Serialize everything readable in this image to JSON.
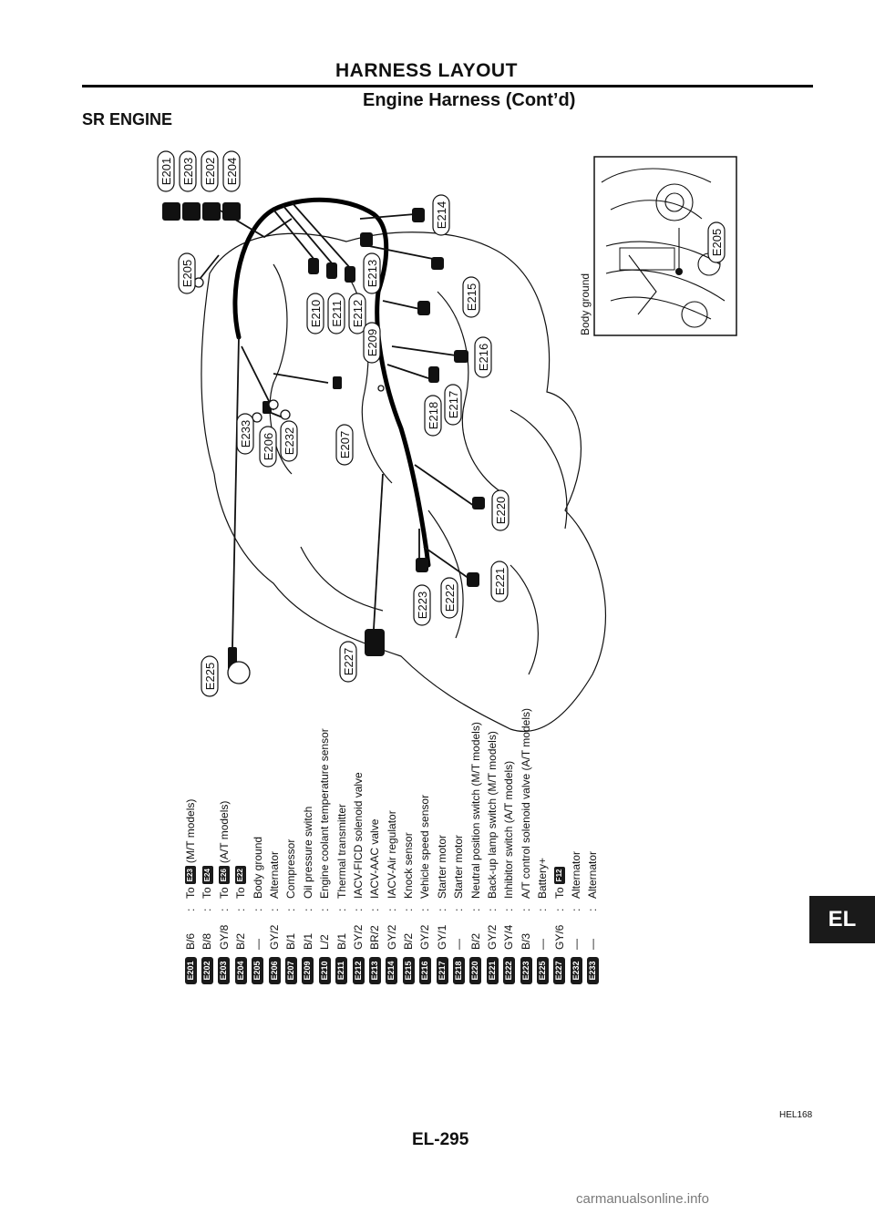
{
  "header": {
    "title": "HARNESS LAYOUT",
    "subtitle": "Engine Harness (Cont’d)",
    "section": "SR ENGINE"
  },
  "diagram": {
    "connector_labels": [
      "E201",
      "E203",
      "E202",
      "E204",
      "E205",
      "E214",
      "E213",
      "E210",
      "E211",
      "E212",
      "E215",
      "E209",
      "E216",
      "E218",
      "E217",
      "E233",
      "E206",
      "E232",
      "E207",
      "E220",
      "E222",
      "E223",
      "E221",
      "E227",
      "E225"
    ],
    "inset": {
      "connector": "E205",
      "caption": "Body ground"
    }
  },
  "legend": [
    {
      "id": "E201",
      "code": "B/6",
      "desc_pre": "To",
      "chip": "E23",
      "desc": "(M/T models)"
    },
    {
      "id": "E202",
      "code": "B/8",
      "desc_pre": "To",
      "chip": "E24",
      "desc": ""
    },
    {
      "id": "E203",
      "code": "GY/8",
      "desc_pre": "To",
      "chip": "E26",
      "desc": "(A/T models)"
    },
    {
      "id": "E204",
      "code": "B/2",
      "desc_pre": "To",
      "chip": "E22",
      "desc": ""
    },
    {
      "id": "E205",
      "code": "—",
      "desc_pre": "",
      "chip": "",
      "desc": "Body ground"
    },
    {
      "id": "E206",
      "code": "GY/2",
      "desc_pre": "",
      "chip": "",
      "desc": "Alternator"
    },
    {
      "id": "E207",
      "code": "B/1",
      "desc_pre": "",
      "chip": "",
      "desc": "Compressor"
    },
    {
      "id": "E209",
      "code": "B/1",
      "desc_pre": "",
      "chip": "",
      "desc": "Oil pressure switch"
    },
    {
      "id": "E210",
      "code": "L/2",
      "desc_pre": "",
      "chip": "",
      "desc": "Engine coolant temperature sensor"
    },
    {
      "id": "E211",
      "code": "B/1",
      "desc_pre": "",
      "chip": "",
      "desc": "Thermal transmitter"
    },
    {
      "id": "E212",
      "code": "GY/2",
      "desc_pre": "",
      "chip": "",
      "desc": "IACV-FICD solenoid valve"
    },
    {
      "id": "E213",
      "code": "BR/2",
      "desc_pre": "",
      "chip": "",
      "desc": "IACV-AAC valve"
    },
    {
      "id": "E214",
      "code": "GY/2",
      "desc_pre": "",
      "chip": "",
      "desc": "IACV-Air regulator"
    },
    {
      "id": "E215",
      "code": "B/2",
      "desc_pre": "",
      "chip": "",
      "desc": "Knock sensor"
    },
    {
      "id": "E216",
      "code": "GY/2",
      "desc_pre": "",
      "chip": "",
      "desc": "Vehicle speed sensor"
    },
    {
      "id": "E217",
      "code": "GY/1",
      "desc_pre": "",
      "chip": "",
      "desc": "Starter motor"
    },
    {
      "id": "E218",
      "code": "—",
      "desc_pre": "",
      "chip": "",
      "desc": "Starter motor"
    },
    {
      "id": "E220",
      "code": "B/2",
      "desc_pre": "",
      "chip": "",
      "desc": "Neutral position switch (M/T models)"
    },
    {
      "id": "E221",
      "code": "GY/2",
      "desc_pre": "",
      "chip": "",
      "desc": "Back-up lamp switch (M/T models)"
    },
    {
      "id": "E222",
      "code": "GY/4",
      "desc_pre": "",
      "chip": "",
      "desc": "Inhibitor switch (A/T models)"
    },
    {
      "id": "E223",
      "code": "B/3",
      "desc_pre": "",
      "chip": "",
      "desc": "A/T control solenoid valve (A/T models)"
    },
    {
      "id": "E225",
      "code": "—",
      "desc_pre": "",
      "chip": "",
      "desc": "Battery+"
    },
    {
      "id": "E227",
      "code": "GY/6",
      "desc_pre": "To",
      "chip": "F12",
      "desc": ""
    },
    {
      "id": "E232",
      "code": "—",
      "desc_pre": "",
      "chip": "",
      "desc": "Alternator"
    },
    {
      "id": "E233",
      "code": "—",
      "desc_pre": "",
      "chip": "",
      "desc": "Alternator"
    }
  ],
  "section_tab": "EL",
  "figure_ref": "HEL168",
  "page_number": "EL-295",
  "watermark": "carmanualsonline.info"
}
